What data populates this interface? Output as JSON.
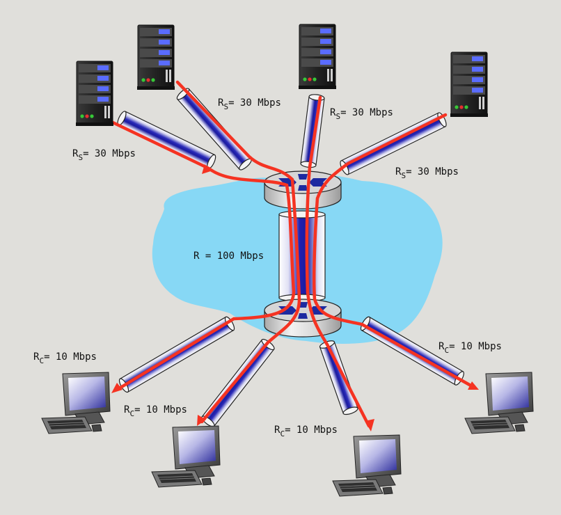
{
  "labels": {
    "server_rate_symbol": "R",
    "server_rate_sub": "S",
    "server_rate_value": "= 30 Mbps",
    "client_rate_symbol": "R",
    "client_rate_sub": "C",
    "client_rate_value": "= 10 Mbps",
    "core_rate_text": "R = 100 Mbps"
  },
  "colors": {
    "background": "#e0dfdb",
    "network_cloud": "#87d8f5",
    "flow_line": "#f53322",
    "link_core": "#1a1ab0",
    "router_arrows": "#1d2aa0"
  },
  "icons": {
    "server": "server-icon",
    "client": "desktop-computer-icon",
    "router": "router-icon"
  }
}
